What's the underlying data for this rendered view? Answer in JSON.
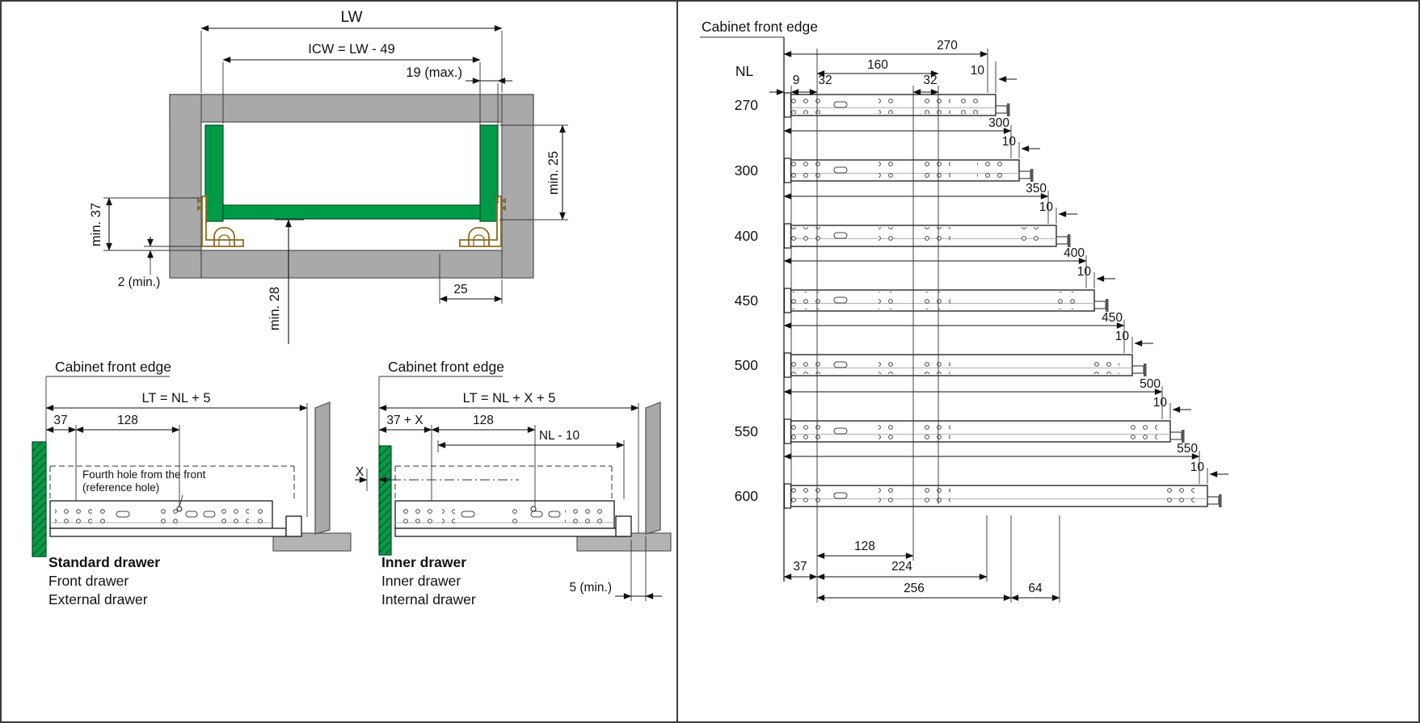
{
  "colors": {
    "green": "#009b48",
    "cabinet_gray": "#a9a9a9",
    "rail_brown": "#8a6a1e",
    "line": "#111111"
  },
  "cross_section": {
    "lw": "LW",
    "icw": "ICW = LW - 49",
    "max19": "19 (max.)",
    "min25": "min. 25",
    "min37": "min. 37",
    "min2": "2 (min.)",
    "min28": "min. 28",
    "d25": "25"
  },
  "standard_drawer": {
    "cabinet_front_edge": "Cabinet front edge",
    "lt": "LT = NL + 5",
    "d37": "37",
    "d128": "128",
    "note1": "Fourth hole from the front",
    "note2": "(reference hole)",
    "title": "Standard drawer",
    "alt1": "Front drawer",
    "alt2": "External drawer"
  },
  "inner_drawer": {
    "cabinet_front_edge": "Cabinet front edge",
    "lt": "LT = NL + X + 5",
    "d37x": "37 + X",
    "d128": "128",
    "nl10": "NL - 10",
    "x": "X",
    "min5": "5 (min.)",
    "title": "Inner drawer",
    "alt1": "Inner drawer",
    "alt2": "Internal drawer"
  },
  "length_chart": {
    "cabinet_front_edge": "Cabinet front edge",
    "nl": "NL",
    "top": {
      "d270": "270",
      "d160": "160",
      "d10": "10",
      "d9": "9",
      "d32a": "32",
      "d32b": "32"
    },
    "rows": [
      {
        "nl": "270"
      },
      {
        "nl": "300",
        "dim": "300",
        "off": "10"
      },
      {
        "nl": "400",
        "dim": "350",
        "off": "10"
      },
      {
        "nl": "450",
        "dim": "400",
        "off": "10"
      },
      {
        "nl": "500",
        "dim": "450",
        "off": "10"
      },
      {
        "nl": "550",
        "dim": "500",
        "off": "10"
      },
      {
        "nl": "600",
        "dim": "550",
        "off": "10"
      }
    ],
    "bottom": {
      "d37": "37",
      "d128": "128",
      "d224": "224",
      "d256": "256",
      "d64": "64"
    }
  }
}
